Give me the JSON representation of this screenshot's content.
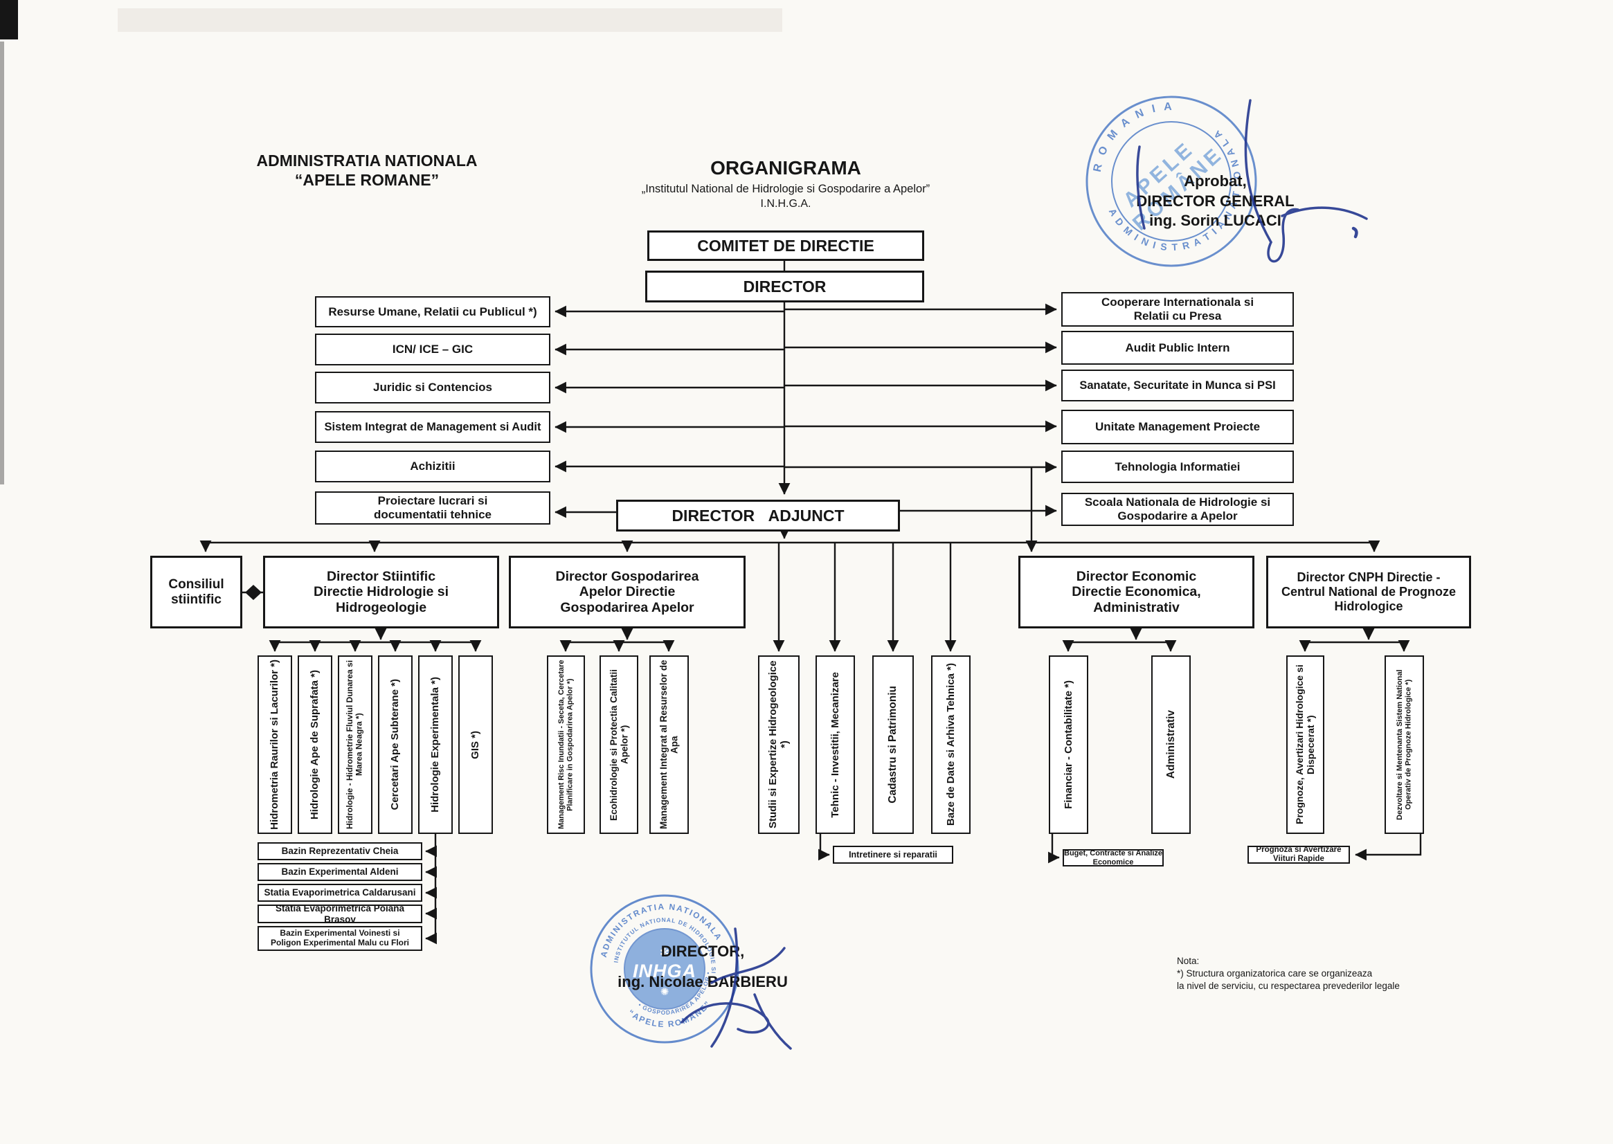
{
  "header": {
    "org_name_line1": "ADMINISTRATIA NATIONALA",
    "org_name_line2": "“APELE ROMANE”",
    "title": "ORGANIGRAMA",
    "subtitle": "„Institutul National de Hidrologie si Gospodarire a Apelor”",
    "acronym": "I.N.H.G.A."
  },
  "approval": {
    "line1": "Aprobat,",
    "line2": "DIRECTOR GENERAL",
    "line3": "ing. Sorin LUCACI"
  },
  "hierarchy": {
    "comitet": "COMITET DE DIRECTIE",
    "director": "DIRECTOR",
    "director_adjunct": "DIRECTOR ADJUNCT"
  },
  "left_column": [
    "Resurse Umane, Relatii cu Publicul  *)",
    "ICN/ ICE – GIC",
    "Juridic si Contencios",
    "Sistem Integrat de Management si Audit",
    "Achizitii",
    "Proiectare lucrari si documentatii tehnice"
  ],
  "right_column": [
    "Cooperare Internationala si Relatii cu Presa",
    "Audit Public Intern",
    "Sanatate, Securitate in Munca si PSI",
    "Unitate Management Proiecte",
    "Tehnologia Informatiei",
    "Scoala Nationala de Hidrologie si Gospodarire a Apelor"
  ],
  "directors": {
    "consiliul": "Consiliul stiintific",
    "stiintific": "Director Stiintific Directie Hidrologie si Hidrogeologie",
    "gospodarire": "Director Gospodarirea Apelor Directie Gospodarirea Apelor",
    "economic": "Director Economic Directie Economica, Administrativ",
    "cnph": "Director CNPH Directie - Centrul National de Prognoze Hidrologice"
  },
  "departments": {
    "hidrologie": [
      "Hidrometria Raurilor si Lacurilor  *)",
      "Hidrologie Ape de Suprafata  *)",
      "Hidrologie - Hidrometrie Fluviul Dunarea si Marea Neagra  *)",
      "Cercetari Ape Subterane  *)",
      "Hidrologie Experimentala  *)",
      "GIS  *)"
    ],
    "gospodarire": [
      "Management Risc Inundatii - Seceta, Cercetare Planificare in Gospodarirea Apelor  *)",
      "Ecohidrologie si Protectia Calitatii Apelor  *)",
      "Management Integrat al Resurselor de Apa"
    ],
    "adjunct": [
      "Studii si Expertize Hidrogeologice  *)",
      "Tehnic - Investitii, Mecanizare",
      "Cadastru si Patrimoniu",
      "Baze de Date si Arhiva Tehnica  *)"
    ],
    "economic": [
      "Financiar - Contabilitate  *)",
      "Administrativ"
    ],
    "cnph": [
      "Prognoze, Avertizari Hidrologice si Dispecerat  *)",
      "Dezvoltare si Mentenanta Sistem National Operativ de Prognoze Hidrologice  *)"
    ]
  },
  "subunits": {
    "experimental": [
      "Bazin Reprezentativ Cheia",
      "Bazin Experimental Aldeni",
      "Statia Evaporimetrica Caldarusani",
      "Statia Evaporimetrica Poiana Brasov",
      "Bazin Experimental Voinesti si Poligon Experimental Malu cu Flori"
    ],
    "intretinere": "Intretinere si reparatii",
    "buget": "Buget, Contracte si Analize Economice",
    "prognoza": "Prognoza si Avertizare Viituri Rapide"
  },
  "stamps": {
    "top": {
      "ring_top": "R O M A N I A",
      "ring_bottom": "A D M I N I S T R A T I A     N A T I O N A L A",
      "center_line1": "APELE",
      "center_line2": "ROMÂNE"
    },
    "bottom": {
      "ring_top": "ADMINISTRATIA  NATIONALA",
      "ring_bottom": "“APELE  ROMANE”",
      "inner_top": "INSTITUTUL NATIONAL DE HIDROLOGIE SI",
      "inner_bottom": "• GOSPODARIREA APELOR •",
      "center": "INHGA"
    }
  },
  "signatory": {
    "title": "DIRECTOR,",
    "name": "ing. Nicolae BARBIERU"
  },
  "nota": {
    "line1": "Nota:",
    "line2": "*) Structura organizatorica care se organizeaza",
    "line3": "la nivel de serviciu, cu respectarea prevederilor legale"
  },
  "colors": {
    "stamp_blue": "#4a78c5",
    "ink": "#161616",
    "paper": "#faf9f5"
  }
}
